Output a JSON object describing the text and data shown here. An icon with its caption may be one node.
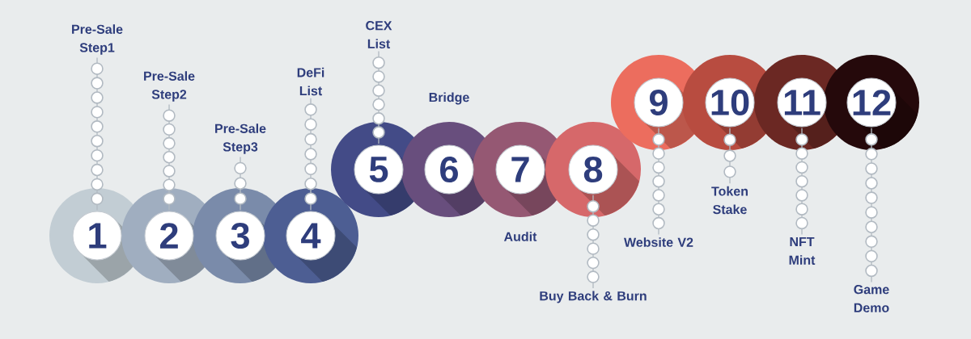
{
  "diagram": {
    "nodes": [
      {
        "text": [
          "1"
        ]
      },
      {
        "text": [
          "2"
        ]
      },
      {
        "text": [
          "3"
        ]
      },
      {
        "text": [
          "4"
        ]
      },
      {
        "text": [
          "5"
        ]
      },
      {
        "text": [
          "6"
        ],
        "beside": [
          "Bridge"
        ]
      },
      {
        "text": [
          "7"
        ],
        "beside": [
          "Audit"
        ]
      },
      {
        "text": [
          "8"
        ]
      },
      {
        "text": [
          "9"
        ]
      },
      {
        "text": [
          "10"
        ]
      },
      {
        "text": [
          "11"
        ]
      },
      {
        "text": [
          "12"
        ]
      },
      {
        "text": [
          "Pre-Sale Step1"
        ]
      },
      {
        "text": [
          "Pre-Sale Step2"
        ]
      },
      {
        "text": [
          "Pre-Sale Step3"
        ]
      },
      {
        "text": [
          "DeFi List"
        ]
      },
      {
        "text": [
          "CEX List"
        ]
      },
      {
        "text": [
          "Buy Back & Burn"
        ]
      },
      {
        "text": [
          "Website V2"
        ]
      },
      {
        "text": [
          "Token Stake"
        ]
      },
      {
        "text": [
          "NFT Mint"
        ]
      },
      {
        "text": [
          "Game Demo"
        ]
      }
    ],
    "edges": [
      {
        "from": 12,
        "to": 0,
        "arrow": "none"
      },
      {
        "from": 13,
        "to": 1,
        "arrow": "none"
      },
      {
        "from": 14,
        "to": 2,
        "arrow": "none"
      },
      {
        "from": 15,
        "to": 3,
        "arrow": "none"
      },
      {
        "from": 16,
        "to": 4,
        "arrow": "none"
      },
      {
        "from": 17,
        "to": 7,
        "arrow": "none"
      },
      {
        "from": 18,
        "to": 8,
        "arrow": "none"
      },
      {
        "from": 19,
        "to": 9,
        "arrow": "none"
      },
      {
        "from": 20,
        "to": 10,
        "arrow": "none"
      },
      {
        "from": 21,
        "to": 11,
        "arrow": "none"
      }
    ]
  }
}
